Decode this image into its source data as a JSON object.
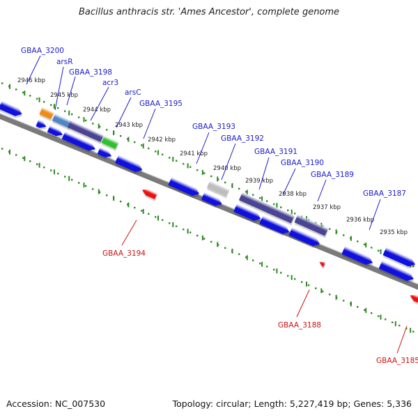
{
  "title": "Bacillus anthracis str. 'Ames Ancestor', complete genome",
  "footer": {
    "accession": "Accession: NC_007530",
    "stats": "Topology: circular; Length: 5,227,419 bp; Genes: 5,336"
  },
  "colors": {
    "backbone": "#7a7a7a",
    "ruler": "#2a8a1e",
    "plus_label": "#1a1acc",
    "minus_label": "#cc1111",
    "cds": "#1010e0",
    "minus_feature": "#ee1111",
    "operon": "#4a4494",
    "orange_gene": "#f08a10",
    "steel_gene": "#4f86c6",
    "green_gene": "#2ec12e",
    "gray_gene": "#bdbdbd"
  },
  "ruler_ticks": [
    "2946 kbp",
    "2945 kbp",
    "2944 kbp",
    "2943 kbp",
    "2942 kbp",
    "2941 kbp",
    "2940 kbp",
    "2939 kbp",
    "2938 kbp",
    "2937 kbp",
    "2936 kbp",
    "2935 kbp"
  ],
  "gene_labels_plus": [
    "GBAA_3200",
    "arsR",
    "GBAA_3198",
    "acr3",
    "arsC",
    "GBAA_3195",
    "GBAA_3193",
    "GBAA_3192",
    "GBAA_3191",
    "GBAA_3190",
    "GBAA_3189",
    "GBAA_3187"
  ],
  "gene_labels_minus": [
    "GBAA_3194",
    "GBAA_3188",
    "GBAA_3185"
  ]
}
